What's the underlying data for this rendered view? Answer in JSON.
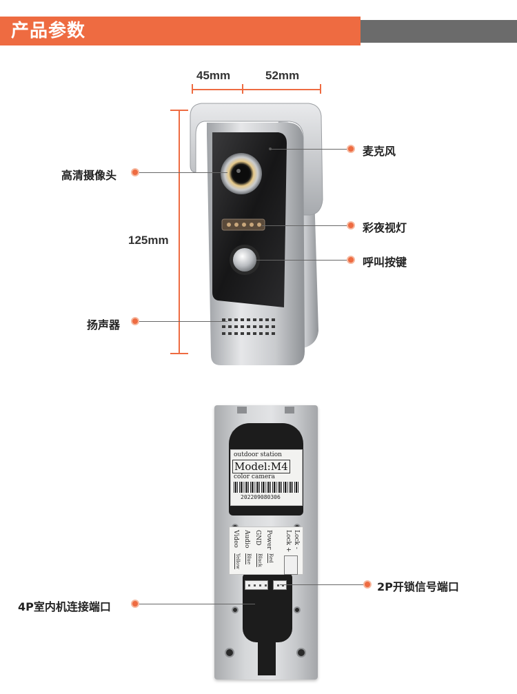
{
  "header": {
    "title": "产品参数",
    "accent_color": "#ee6b41",
    "secondary_bar_color": "#6b6b6b"
  },
  "dimensions": {
    "width_left": "45mm",
    "width_right": "52mm",
    "height": "125mm"
  },
  "front_callouts": {
    "camera": "高清摄像头",
    "speaker": "扬声器",
    "microphone": "麦克风",
    "night_light": "彩夜视灯",
    "call_button": "呼叫按键"
  },
  "back_callouts": {
    "indoor_port": "4P室内机连接端口",
    "lock_port": "2P开锁信号端口"
  },
  "back_sticker": {
    "title": "outdoor station",
    "model": "Model:M4",
    "subtitle": "color camera",
    "serial": "202209080306"
  },
  "wiring": {
    "columns": [
      "Video",
      "Audio",
      "GND",
      "Power",
      "Lock +",
      "Lock -"
    ],
    "colors": [
      "Yellow",
      "Blue",
      "Black",
      "Red"
    ]
  }
}
